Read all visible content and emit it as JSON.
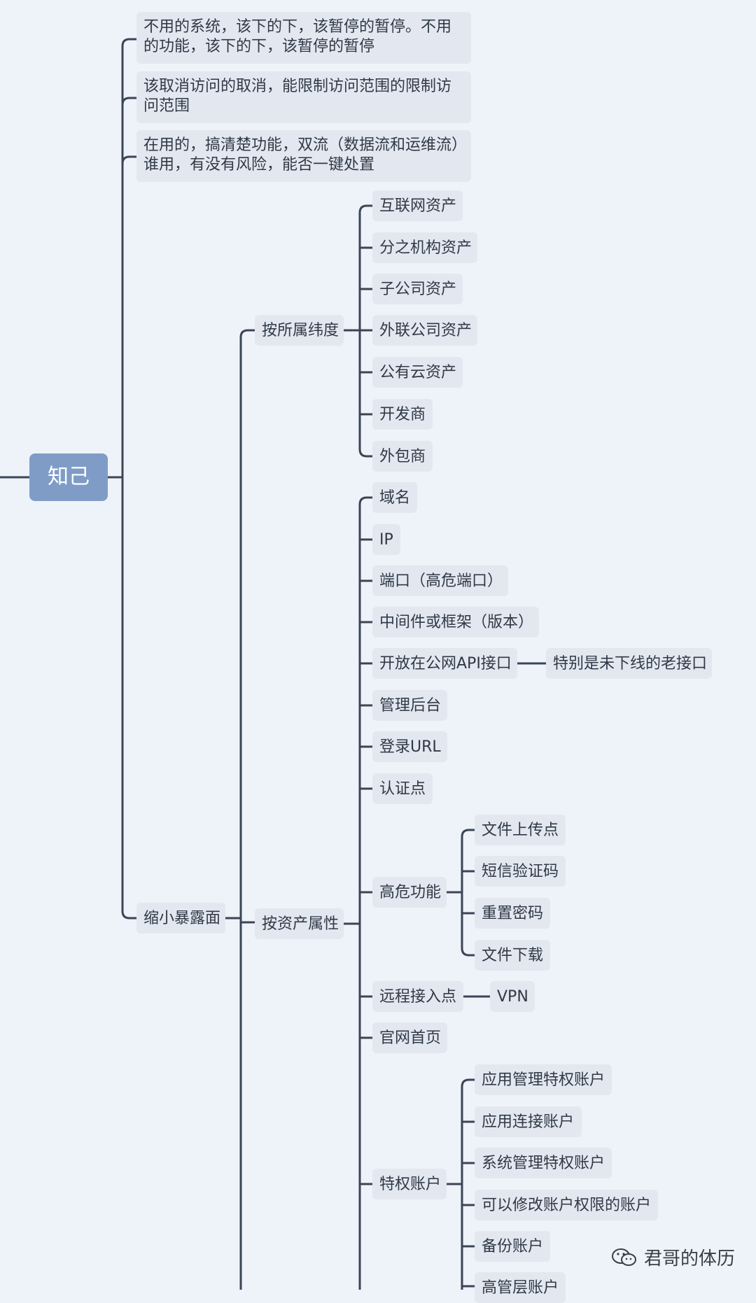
{
  "diagram": {
    "root": "知己",
    "known_items": [
      "不用的系统，该下的下，该暂停的暂停。不用的功能，该下的下，该暂停的暂停",
      "该取消访问的取消，能限制访问范围的限制访问范围",
      "在用的，搞清楚功能，双流（数据流和运维流）谁用，有没有风险，能否一键处置"
    ],
    "reduce_exposure": "缩小暴露面",
    "by_ownership": {
      "label": "按所属纬度",
      "items": [
        "互联网资产",
        "分之机构资产",
        "子公司资产",
        "外联公司资产",
        "公有云资产",
        "开发商",
        "外包商"
      ]
    },
    "by_attribute": {
      "label": "按资产属性",
      "domain": "域名",
      "ip": "IP",
      "port": "端口（高危端口）",
      "middleware": "中间件或框架（版本）",
      "public_api": "开放在公网API接口",
      "public_api_note": "特别是未下线的老接口",
      "admin": "管理后台",
      "login_url": "登录URL",
      "auth_point": "认证点",
      "high_risk": {
        "label": "高危功能",
        "items": [
          "文件上传点",
          "短信验证码",
          "重置密码",
          "文件下载"
        ]
      },
      "remote_access": "远程接入点",
      "vpn": "VPN",
      "homepage": "官网首页",
      "privileged": {
        "label": "特权账户",
        "items": [
          "应用管理特权账户",
          "应用连接账户",
          "系统管理特权账户",
          "可以修改账户权限的账户",
          "备份账户",
          "高管层账户"
        ]
      }
    },
    "watermark": "君哥的体历"
  },
  "colors": {
    "background": "#eef3f9",
    "node_fill": "#e3e8f0",
    "root_fill": "#7f9cc7",
    "line": "#3a4556",
    "text": "#2f3946"
  }
}
